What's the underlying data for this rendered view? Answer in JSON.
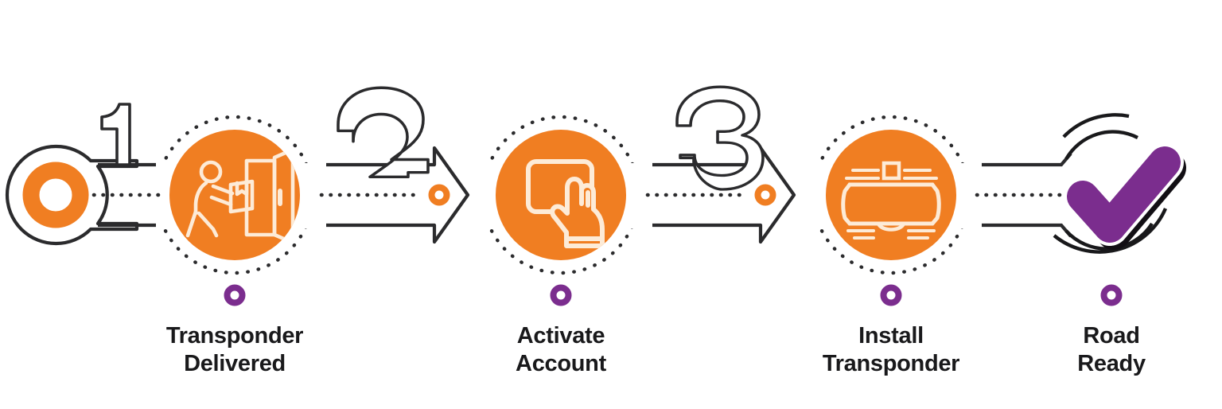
{
  "meta": {
    "title": "Transponder Onboarding Process",
    "background_color": "#FFFFFF"
  },
  "palette": {
    "orange": "#F07E22",
    "purple": "#7B2D8E",
    "purple_dark": "#6B2480",
    "ink": "#19191B",
    "line": "#2B2B2D",
    "white": "#FFFFFF"
  },
  "steps": [
    {
      "number": "",
      "icon": "start-marker-icon",
      "icon_label": "start-dot",
      "caption_line1": "",
      "caption_line2": "",
      "has_caption": false,
      "has_marker_dot": false
    },
    {
      "number": "1",
      "icon": "delivery-person-box-door-icon",
      "icon_label": "person delivering box at door",
      "caption_line1": "Transponder",
      "caption_line2": "Delivered",
      "has_caption": true,
      "has_marker_dot": true
    },
    {
      "number": "2",
      "icon": "tablet-tap-hand-icon",
      "icon_label": "hand tapping tablet screen",
      "caption_line1": "Activate",
      "caption_line2": "Account",
      "has_caption": true,
      "has_marker_dot": true
    },
    {
      "number": "3",
      "icon": "rearview-mirror-transponder-icon",
      "icon_label": "transponder on rear-view mirror",
      "caption_line1": "Install",
      "caption_line2": "Transponder",
      "has_caption": true,
      "has_marker_dot": true
    },
    {
      "number": "",
      "icon": "purple-checkmark-icon",
      "icon_label": "purple check mark in broken circle",
      "caption_line1": "Road",
      "caption_line2": "Ready",
      "has_caption": true,
      "has_marker_dot": true
    }
  ],
  "connectors": [
    {
      "name": "connector-start-to-step1",
      "type": "track",
      "has_arrowhead": false
    },
    {
      "name": "connector-step1-to-step2",
      "type": "arrow",
      "has_arrowhead": true,
      "number": "2"
    },
    {
      "name": "connector-step2-to-step3",
      "type": "arrow",
      "has_arrowhead": true,
      "number": "3"
    },
    {
      "name": "connector-step3-to-finish",
      "type": "track",
      "has_arrowhead": false
    }
  ],
  "captions": {
    "step1": {
      "line1": "Transponder",
      "line2": "Delivered"
    },
    "step2": {
      "line1": "Activate",
      "line2": "Account"
    },
    "step3": {
      "line1": "Install",
      "line2": "Transponder"
    },
    "step4": {
      "line1": "Road",
      "line2": "Ready"
    }
  },
  "numerals": {
    "one": "1",
    "two": "2",
    "three": "3"
  }
}
